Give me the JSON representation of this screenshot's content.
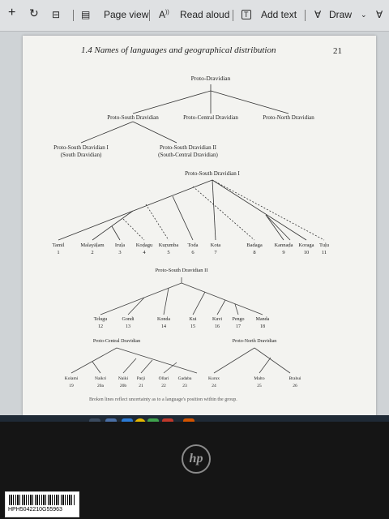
{
  "toolbar": {
    "page_view": "Page view",
    "read_aloud": "Read aloud",
    "add_text": "Add text",
    "draw": "Draw"
  },
  "page": {
    "section_title": "1.4 Names of languages and geographical distribution",
    "page_number": "21",
    "caption": "Broken lines reflect uncertainty as to a language's position within the group."
  },
  "tree": {
    "root": "Proto-Dravidian",
    "branches": [
      "Proto-South Dravidian",
      "Proto-Central Dravidian",
      "Proto-North Dravidian"
    ],
    "psd_i": [
      "Proto-South Dravidian I",
      "(South Dravidian)"
    ],
    "psd_ii": [
      "Proto-South Dravidian II",
      "(South-Central Dravidian)"
    ],
    "psd_i_title": "Proto-South Dravidian I",
    "psd_ii_title": "Proto-South Dravidian II",
    "pcd_title": "Proto-Central Dravidian",
    "pnd_title": "Proto-North Dravidian",
    "sd1_langs": [
      {
        "name": "Tamil",
        "num": "1"
      },
      {
        "name": "Malayāḷam",
        "num": "2"
      },
      {
        "name": "Iruḷa",
        "num": "3"
      },
      {
        "name": "Koḍagu",
        "num": "4"
      },
      {
        "name": "Kuṟumba",
        "num": "5"
      },
      {
        "name": "Toda",
        "num": "6"
      },
      {
        "name": "Kota",
        "num": "7"
      },
      {
        "name": "Badaga",
        "num": "8"
      },
      {
        "name": "Kannaḍa",
        "num": "9"
      },
      {
        "name": "Koraga",
        "num": "10"
      },
      {
        "name": "Tuḷu",
        "num": "11"
      }
    ],
    "sd2_langs": [
      {
        "name": "Telugu",
        "num": "12"
      },
      {
        "name": "Gondi",
        "num": "13"
      },
      {
        "name": "Konda",
        "num": "14"
      },
      {
        "name": "Kui",
        "num": "15"
      },
      {
        "name": "Kuvi",
        "num": "16"
      },
      {
        "name": "Pengo",
        "num": "17"
      },
      {
        "name": "Manda",
        "num": "18"
      }
    ],
    "cd_langs": [
      {
        "name": "Kolami",
        "num": "19"
      },
      {
        "name": "Naikri",
        "num": "20a"
      },
      {
        "name": "Naiki",
        "num": "20b"
      },
      {
        "name": "Parji",
        "num": "21"
      },
      {
        "name": "Ollari",
        "num": "22"
      },
      {
        "name": "Gadaba",
        "num": "23"
      }
    ],
    "nd_langs": [
      {
        "name": "Kurux",
        "num": "24"
      },
      {
        "name": "Malto",
        "num": "25"
      },
      {
        "name": "Brahui",
        "num": "26"
      }
    ]
  },
  "device": {
    "brand": "hp",
    "barcode": "HPH5042210G55963"
  }
}
